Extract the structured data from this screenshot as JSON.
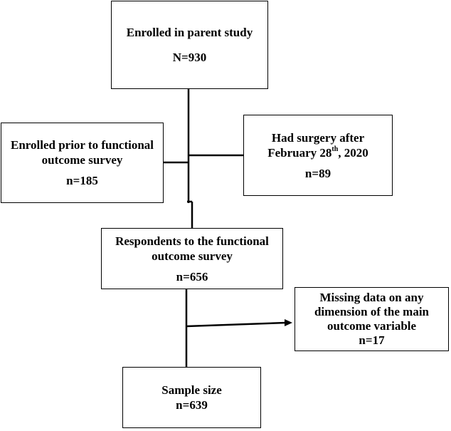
{
  "boxes": {
    "parent": {
      "line1": "Enrolled in parent study",
      "count": "N=930"
    },
    "prior": {
      "line1": "Enrolled prior to functional",
      "line2": "outcome survey",
      "count": "n=185"
    },
    "surgery": {
      "line1": "Had surgery after",
      "line2_pre": "February 28",
      "line2_sup": "th",
      "line2_post": ", 2020",
      "count": "n=89"
    },
    "respondents": {
      "line1": "Respondents to the functional",
      "line2": "outcome survey",
      "count": "n=656"
    },
    "missing": {
      "line1": "Missing data on any",
      "line2": "dimension of the main",
      "line3": "outcome variable",
      "count": "n=17"
    },
    "sample": {
      "line1": "Sample size",
      "count": "n=639"
    }
  }
}
